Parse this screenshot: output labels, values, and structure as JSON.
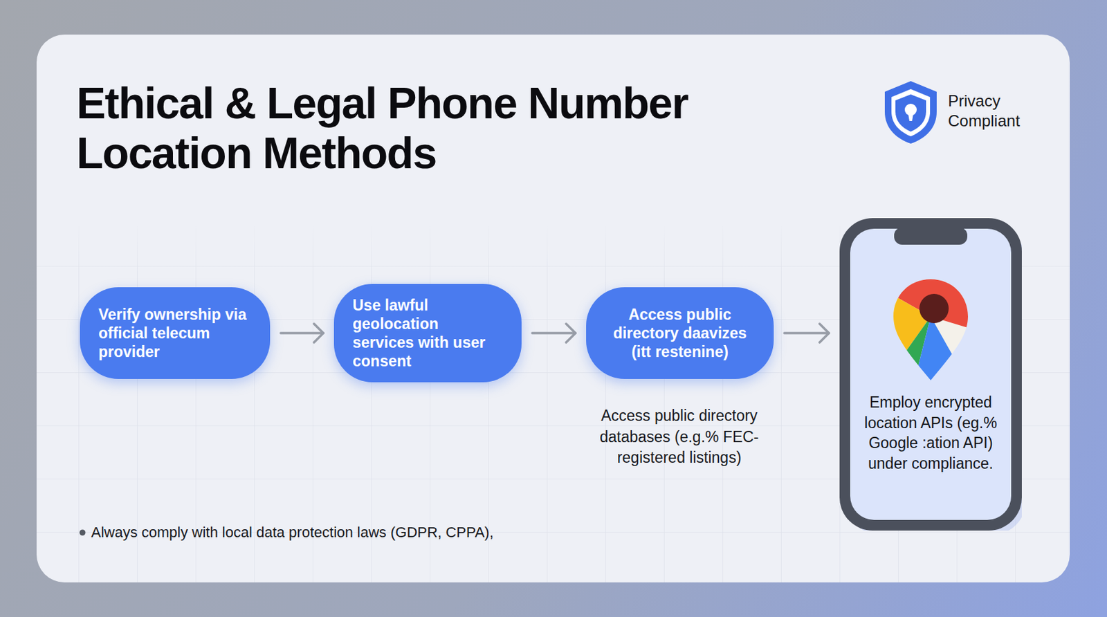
{
  "diagram": {
    "title": "Ethical & Legal Phone Number Location Methods",
    "nodes": [
      {
        "text": [
          "Verify ownership via official telecum provider"
        ]
      },
      {
        "text": [
          "Use lawful geolocation services with user consent"
        ]
      },
      {
        "text": [
          "Access public directory daavizes (itt restenine)"
        ]
      },
      {
        "text": [
          "Employ encrypted location APIs (eg.% Google :ation API) under compliance."
        ]
      }
    ],
    "edges": [
      {
        "from": 0,
        "to": 1,
        "arrow": "to"
      },
      {
        "from": 1,
        "to": 2,
        "arrow": "to"
      },
      {
        "from": 2,
        "to": 3,
        "arrow": "to"
      }
    ],
    "labels": [
      "Privacy Compliant",
      "Access public directory databases (e.g.% FEC-registered listings)",
      "Always comply with local data protection laws (GDPR, CPPA),"
    ]
  }
}
